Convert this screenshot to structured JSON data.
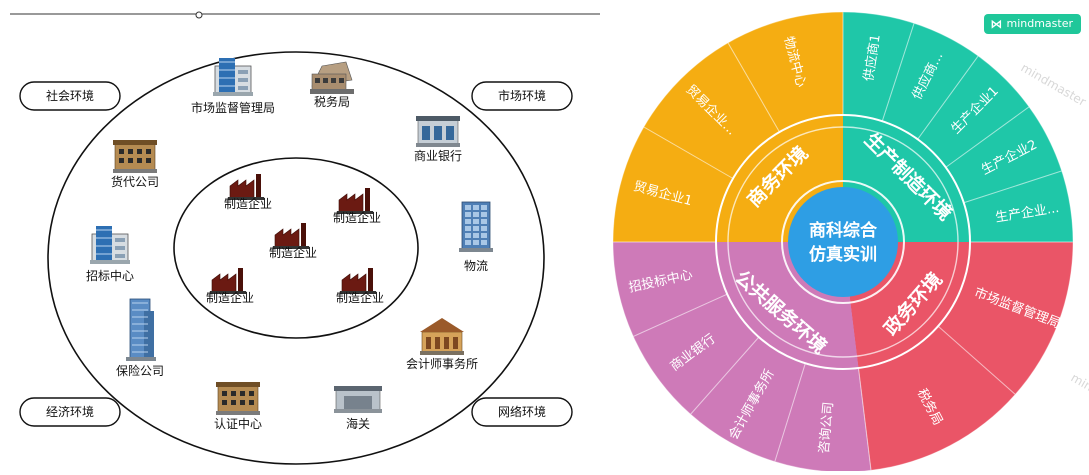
{
  "left_diagram": {
    "corner_boxes": {
      "top_left": "社会环境",
      "top_right": "市场环境",
      "bottom_left": "经济环境",
      "bottom_right": "网络环境"
    },
    "outer_nodes": [
      {
        "id": "market-supervision",
        "label": "市场监督管理局",
        "icon": "office-building-icon"
      },
      {
        "id": "tax",
        "label": "税务局",
        "icon": "house-building-icon"
      },
      {
        "id": "bank",
        "label": "商业银行",
        "icon": "bank-building-icon"
      },
      {
        "id": "logistics",
        "label": "物流",
        "icon": "glass-tower-icon"
      },
      {
        "id": "accounting",
        "label": "会计师事务所",
        "icon": "civic-building-icon"
      },
      {
        "id": "customs",
        "label": "海关",
        "icon": "warehouse-icon"
      },
      {
        "id": "certification",
        "label": "认证中心",
        "icon": "office-block-icon"
      },
      {
        "id": "insurance",
        "label": "保险公司",
        "icon": "skyscraper-icon"
      },
      {
        "id": "bidding",
        "label": "招标中心",
        "icon": "office-building-icon"
      },
      {
        "id": "agency",
        "label": "货代公司",
        "icon": "office-block-icon"
      }
    ],
    "inner_nodes": [
      {
        "id": "mfg-1",
        "label": "制造企业"
      },
      {
        "id": "mfg-2",
        "label": "制造企业"
      },
      {
        "id": "mfg-3",
        "label": "制造企业"
      },
      {
        "id": "mfg-4",
        "label": "制造企业"
      },
      {
        "id": "mfg-5",
        "label": "制造企业"
      }
    ]
  },
  "right_diagram": {
    "logo_text": "mindmaster",
    "watermark_text": "mindmaster",
    "center": {
      "line1": "商科综合",
      "line2": "仿真实训",
      "color": "#2e9ee4"
    },
    "sectors": [
      {
        "id": "commerce",
        "name": "商务环境",
        "color": "#f5ad12",
        "items": [
          "贸易企业1",
          "贸易企业...",
          "物流中心"
        ]
      },
      {
        "id": "manufacturing",
        "name": "生产制造环境",
        "color": "#1fc7a8",
        "items": [
          "供应商1",
          "供应商...",
          "生产企业1",
          "生产企业2",
          "生产企业..."
        ]
      },
      {
        "id": "government",
        "name": "政务环境",
        "color": "#ea5567",
        "items": [
          "市场监督管理局",
          "税务局"
        ]
      },
      {
        "id": "public-service",
        "name": "公共服务环境",
        "color": "#ce7ab8",
        "items": [
          "咨询公司",
          "会计师事务所",
          "商业银行",
          "招投标中心"
        ]
      }
    ]
  }
}
